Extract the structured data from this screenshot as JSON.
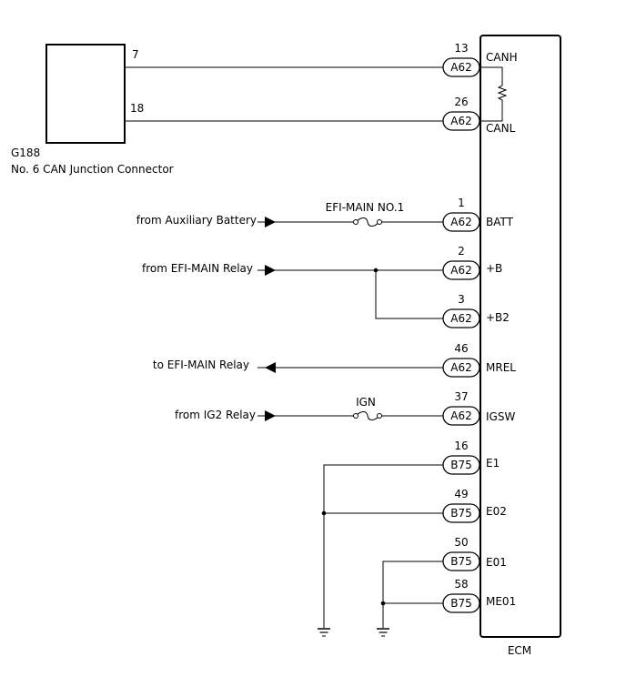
{
  "junction": {
    "id": "G188",
    "name": "No. 6 CAN Junction Connector",
    "pin_canh": "7",
    "pin_canl": "18"
  },
  "ecm": {
    "label": "ECM"
  },
  "pins": [
    {
      "num": "13",
      "connector": "A62",
      "signal": "CANH"
    },
    {
      "num": "26",
      "connector": "A62",
      "signal": "CANL"
    },
    {
      "num": "1",
      "connector": "A62",
      "signal": "BATT"
    },
    {
      "num": "2",
      "connector": "A62",
      "signal": "+B"
    },
    {
      "num": "3",
      "connector": "A62",
      "signal": "+B2"
    },
    {
      "num": "46",
      "connector": "A62",
      "signal": "MREL"
    },
    {
      "num": "37",
      "connector": "A62",
      "signal": "IGSW"
    },
    {
      "num": "16",
      "connector": "B75",
      "signal": "E1"
    },
    {
      "num": "49",
      "connector": "B75",
      "signal": "E02"
    },
    {
      "num": "50",
      "connector": "B75",
      "signal": "E01"
    },
    {
      "num": "58",
      "connector": "B75",
      "signal": "ME01"
    }
  ],
  "sources": {
    "aux_battery": "from Auxiliary Battery",
    "efi_main_relay_in": "from EFI-MAIN Relay",
    "efi_main_relay_out": "to EFI-MAIN Relay",
    "ig2_relay": "from IG2 Relay"
  },
  "fuses": {
    "efi_main": "EFI-MAIN NO.1",
    "ign": "IGN"
  },
  "icons": {
    "ground": "ground-icon",
    "fuse": "fuse-icon",
    "resistor": "resistor-icon",
    "arrow_in": "arrow-right-icon",
    "arrow_out": "arrow-left-icon"
  }
}
